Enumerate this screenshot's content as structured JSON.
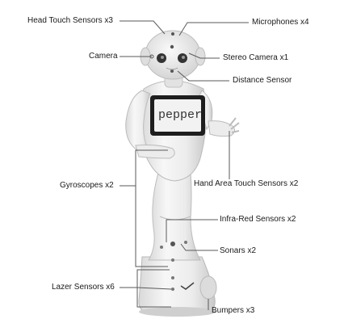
{
  "labels": {
    "head_touch": "Head Touch Sensors x3",
    "microphones": "Microphones x4",
    "camera": "Camera",
    "stereo_camera": "Stereo Camera x1",
    "distance_sensor": "Distance Sensor",
    "gyroscopes": "Gyroscopes x2",
    "hand_touch": "Hand Area Touch Sensors x2",
    "infrared": "Infra-Red Sensors x2",
    "sonars": "Sonars x2",
    "lazer": "Lazer Sensors x6",
    "bumpers": "Bumpers x3"
  },
  "tablet_text": "pepper",
  "colors": {
    "line": "#5a5a5a",
    "body_fill": "#f4f4f4",
    "body_shade": "#d6d6d6",
    "tablet": "#1e1e1e"
  }
}
